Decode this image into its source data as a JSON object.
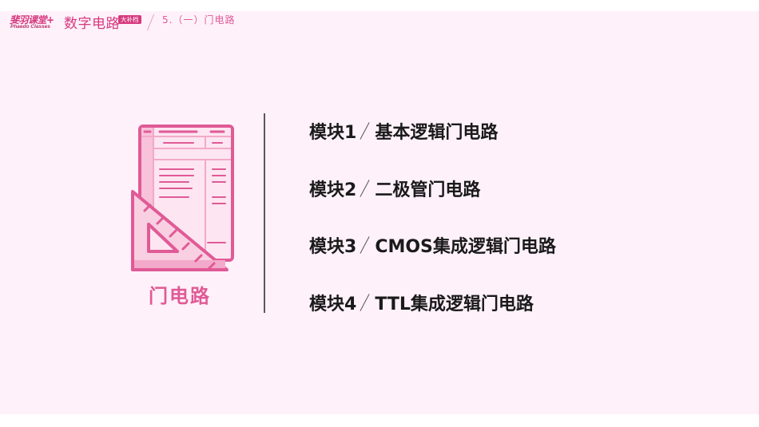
{
  "header": {
    "logo": {
      "name_cn": "斐羽课堂+",
      "name_en": "Phaedo Classes"
    },
    "course_title": "数字电路",
    "edition_badge": "大补档",
    "breadcrumb": "5.（一）门电路"
  },
  "section": {
    "icon": "document-with-set-square-icon",
    "title": "门电路"
  },
  "modules": [
    {
      "prefix": "模块1",
      "title": "基本逻辑门电路"
    },
    {
      "prefix": "模块2",
      "title": "二极管门电路"
    },
    {
      "prefix": "模块3",
      "title": "CMOS集成逻辑门电路"
    },
    {
      "prefix": "模块4",
      "title": "TTL集成逻辑门电路"
    }
  ],
  "colors": {
    "background": "#fff1fa",
    "accent": "#e05a96",
    "accent_dark": "#d6397f",
    "accent_light": "#f7c2da",
    "text": "#1a1a1a",
    "divider": "#5e5560"
  }
}
